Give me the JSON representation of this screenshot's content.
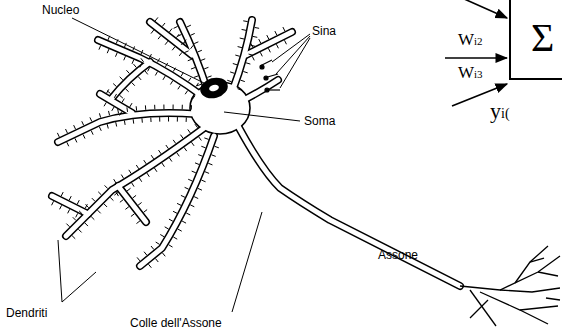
{
  "diagram": {
    "nodes": [
      {
        "text": [
          "Σ"
        ]
      }
    ],
    "labels": [
      "Nucleo",
      "Sina",
      "Soma",
      "Assone",
      "Dendriti",
      "Colle dell'Assone",
      "Wi2",
      "Wi3",
      "yi("
    ]
  }
}
